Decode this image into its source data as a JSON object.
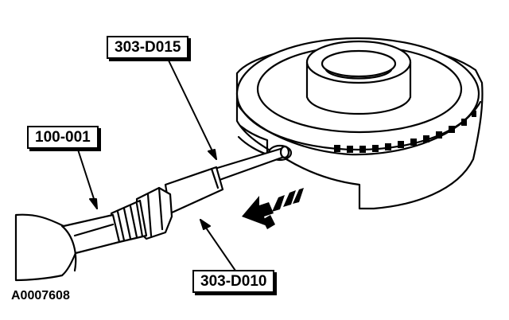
{
  "callouts": {
    "tool_100_001": "100-001",
    "tool_303_d015": "303-D015",
    "tool_303_d010": "303-D010"
  },
  "figure_id": "A0007608",
  "colors": {
    "ink": "#000000",
    "paper": "#ffffff"
  },
  "icons": [
    "motion-arrow-icon"
  ]
}
